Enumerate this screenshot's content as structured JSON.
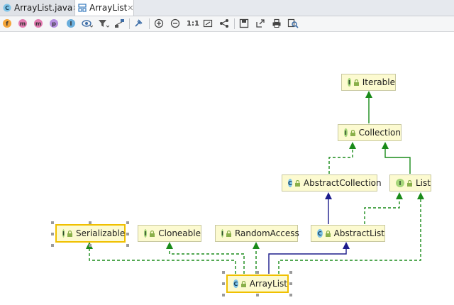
{
  "tabs": [
    {
      "label": "ArrayList.java"
    },
    {
      "label": "ArrayList"
    }
  ],
  "toolbar": {
    "buttons": [
      {
        "icon": "fields-icon",
        "glyph": "f",
        "color": "#f4a53a"
      },
      {
        "icon": "methods-icon",
        "glyph": "m",
        "color": "#e27ab0"
      },
      {
        "icon": "methods-filter-icon",
        "glyph": "m",
        "color": "#e27ab0"
      },
      {
        "icon": "properties-icon",
        "glyph": "p",
        "color": "#b58ee0"
      },
      {
        "icon": "inner-classes-icon",
        "glyph": "I",
        "color": "#6aaedc"
      }
    ],
    "zoom_actual": "1:1"
  },
  "colors": {
    "interface_badge": "#a6d67a",
    "class_badge": "#7fc4e8",
    "implements_edge": "#1a8b1a",
    "extends_edge": "#1d1d8c",
    "node_fill": "#fcfad0",
    "selected_border": "#f0c000"
  },
  "nodes": {
    "iterable": {
      "kind": "I",
      "label": "Iterable"
    },
    "collection": {
      "kind": "I",
      "label": "Collection"
    },
    "abstract_collection": {
      "kind": "C",
      "label": "AbstractCollection"
    },
    "list": {
      "kind": "I",
      "label": "List"
    },
    "serializable": {
      "kind": "I",
      "label": "Serializable"
    },
    "cloneable": {
      "kind": "I",
      "label": "Cloneable"
    },
    "random_access": {
      "kind": "I",
      "label": "RandomAccess"
    },
    "abstract_list": {
      "kind": "C",
      "label": "AbstractList"
    },
    "array_list": {
      "kind": "C",
      "label": "ArrayList"
    }
  }
}
